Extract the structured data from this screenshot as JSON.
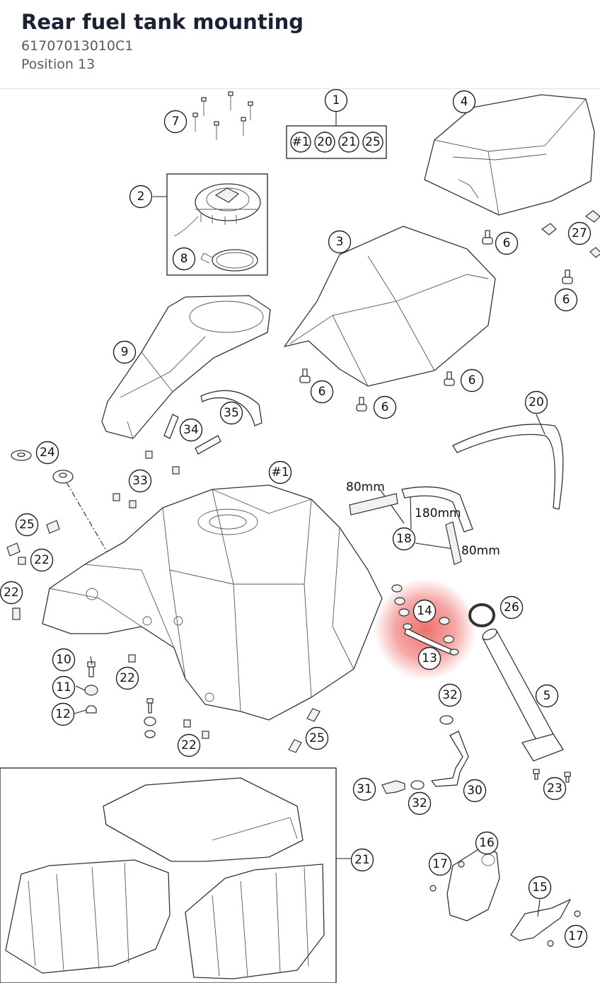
{
  "header": {
    "title": "Rear fuel tank mounting",
    "part_number": "61707013010C1",
    "position": "Position 13"
  },
  "highlight": {
    "color": "#e8413c",
    "callouts": [
      "13",
      "14"
    ]
  },
  "callouts": {
    "c1": "1",
    "c2": "2",
    "c3": "3",
    "c4": "4",
    "c5": "5",
    "c6a": "6",
    "c6b": "6",
    "c6c": "6",
    "c6d": "6",
    "c6e": "6",
    "c7": "7",
    "c8": "8",
    "c9": "9",
    "c10": "10",
    "c11": "11",
    "c12": "12",
    "c13": "13",
    "c14": "14",
    "c15": "15",
    "c16": "16",
    "c17a": "17",
    "c17b": "17",
    "c18": "18",
    "c20": "20",
    "c21": "21",
    "c22a": "22",
    "c22b": "22",
    "c22c": "22",
    "c22d": "22",
    "c23": "23",
    "c24": "24",
    "c25a": "25",
    "c25b": "25",
    "c26": "26",
    "c27": "27",
    "c30": "30",
    "c31": "31",
    "c32a": "32",
    "c32b": "32",
    "c33": "33",
    "c34": "34",
    "c35": "35",
    "ctank": "#1"
  },
  "kit_box": {
    "items": [
      "#1",
      "20",
      "21",
      "25"
    ]
  },
  "dimensions": {
    "d1": "80mm",
    "d2": "180mm",
    "d3": "80mm"
  }
}
